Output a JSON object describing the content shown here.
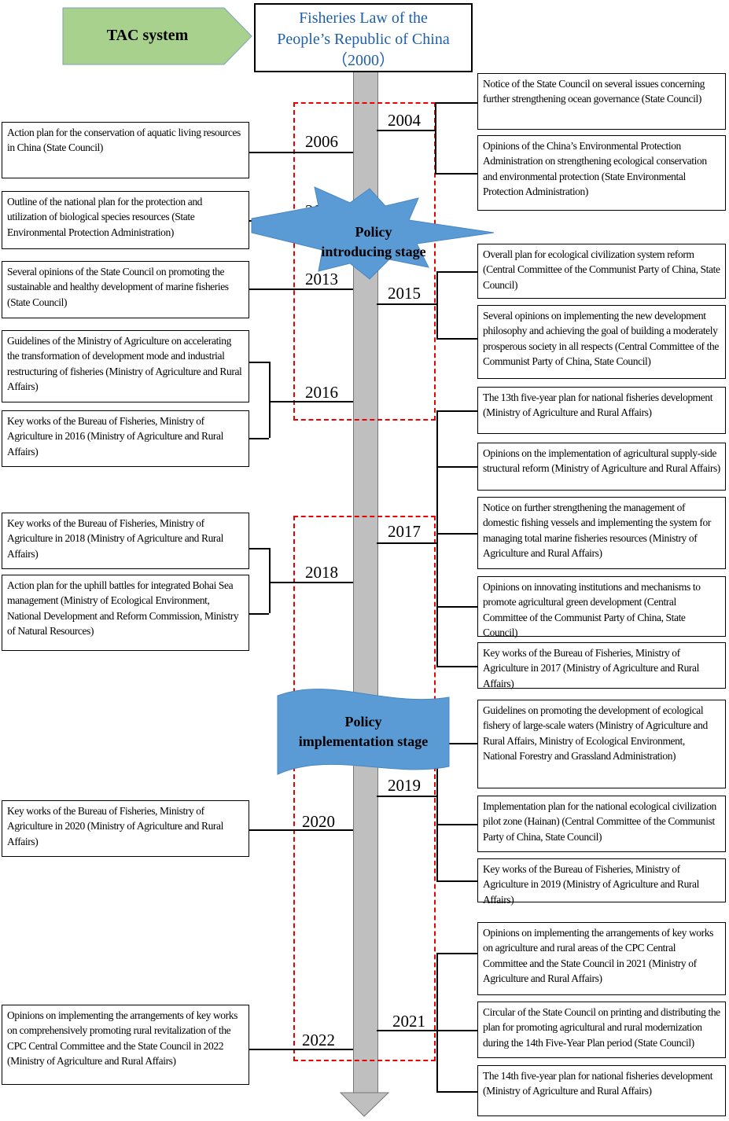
{
  "header": {
    "tac": "TAC system",
    "law_line1": "Fisheries Law of the",
    "law_line2": "People’s Republic of China",
    "law_line3": "（2000）"
  },
  "stages": {
    "intro_l1": "Policy",
    "intro_l2": "introducing  stage",
    "impl_l1": "Policy",
    "impl_l2": "implementation  stage"
  },
  "years": [
    "2004",
    "2006",
    "2007",
    "2013",
    "2015",
    "2016",
    "2017",
    "2018",
    "2019",
    "2020",
    "2021",
    "2022"
  ],
  "left_boxes": [
    "Action plan for the conservation of aquatic living resources in China (State Council)",
    "Outline of the national plan for the protection and utilization of biological species resources (State Environmental Protection Administration)",
    "Several opinions of the State Council on promoting the sustainable and healthy development of marine fisheries (State Council)",
    "Guidelines of the Ministry of Agriculture on accelerating the transformation of development mode and industrial restructuring of fisheries (Ministry of Agriculture and Rural Affairs)",
    "Key works of the Bureau of Fisheries, Ministry of Agriculture in 2016 (Ministry of Agriculture and Rural Affairs)",
    "Key works of the Bureau of Fisheries, Ministry of Agriculture in 2018 (Ministry of Agriculture and Rural Affairs)",
    "Action plan for the uphill battles for integrated Bohai Sea management (Ministry of Ecological Environment, National Development and Reform Commission, Ministry of Natural Resources)",
    "Key works of the Bureau of Fisheries, Ministry of Agriculture in 2020 (Ministry of Agriculture and Rural Affairs)",
    "Opinions on implementing the arrangements of key works on comprehensively promoting rural revitalization of the CPC Central Committee and the State Council in 2022 (Ministry of Agriculture and Rural Affairs)"
  ],
  "right_boxes": [
    "Notice of the State Council on several issues concerning further strengthening ocean governance (State Council)",
    "Opinions of the China’s Environmental Protection Administration on strengthening ecological conservation and environmental protection (State Environmental Protection Administration)",
    "Overall plan for ecological civilization system reform (Central Committee of the Communist Party of China, State Council)",
    "Several opinions on implementing the new development philosophy and achieving the goal of building a moderately prosperous society in all respects (Central Committee of the Communist Party of China, State Council)",
    "The 13th five-year plan for national fisheries development (Ministry of Agriculture and Rural Affairs)",
    "Opinions on the implementation of agricultural supply-side structural reform (Ministry of Agriculture and Rural Affairs)",
    "Notice on further strengthening the management of domestic fishing vessels and implementing the system for managing total marine fisheries resources (Ministry of Agriculture and Rural Affairs)",
    "Opinions on innovating institutions and mechanisms to promote agricultural green development (Central Committee of the Communist Party of China, State Council)",
    "Key works of the Bureau of Fisheries, Ministry of Agriculture in 2017 (Ministry of Agriculture and Rural Affairs)",
    "Guidelines on promoting the development of ecological fishery of large-scale waters (Ministry of Agriculture and Rural Affairs, Ministry of Ecological Environment, National Forestry and Grassland Administration)",
    "Implementation plan for the national ecological civilization pilot zone (Hainan) (Central Committee of the Communist Party of China, State Council)",
    "Key works of the Bureau of Fisheries, Ministry of Agriculture in 2019 (Ministry of Agriculture and Rural Affairs)",
    "Opinions on implementing the arrangements of key works on agriculture and rural areas of the CPC Central Committee and the State Council in 2021 (Ministry of Agriculture and Rural Affairs)",
    "Circular of the State Council on printing and distributing the plan for promoting agricultural and rural modernization during the 14th Five-Year Plan period (State Council)",
    "The 14th five-year plan for national fisheries development (Ministry of Agriculture and Rural Affairs)"
  ],
  "colors": {
    "tac": "#a9d18e",
    "stage": "#5b9bd5",
    "dash": "#ee0000",
    "axis": "#bfbfbf",
    "title": "#1f5fa8"
  }
}
